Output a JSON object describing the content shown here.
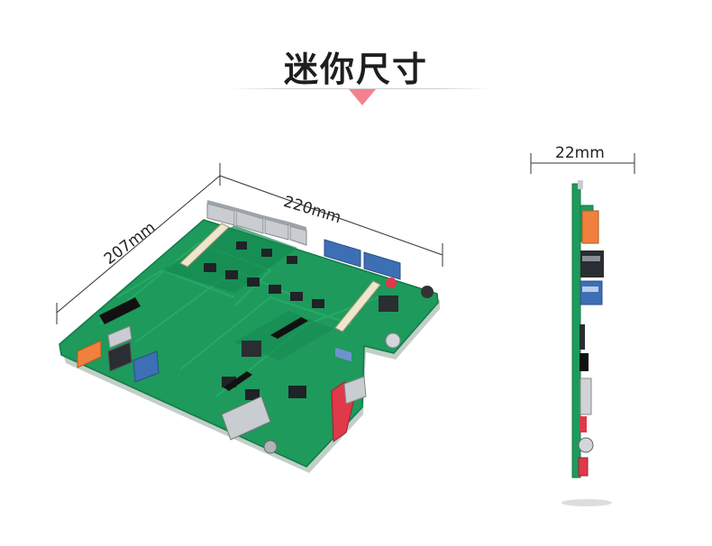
{
  "header": {
    "title": "迷你尺寸",
    "accent_color": "#f4818e"
  },
  "dimensions": {
    "width_label": "220mm",
    "depth_label": "207mm",
    "thickness_label": "22mm"
  },
  "colors": {
    "pcb_green": "#1d9a5c",
    "pcb_dark": "#13804a",
    "connector_blue": "#3d6fb5",
    "terminal_orange": "#f0803c",
    "header_red": "#e0394a"
  }
}
